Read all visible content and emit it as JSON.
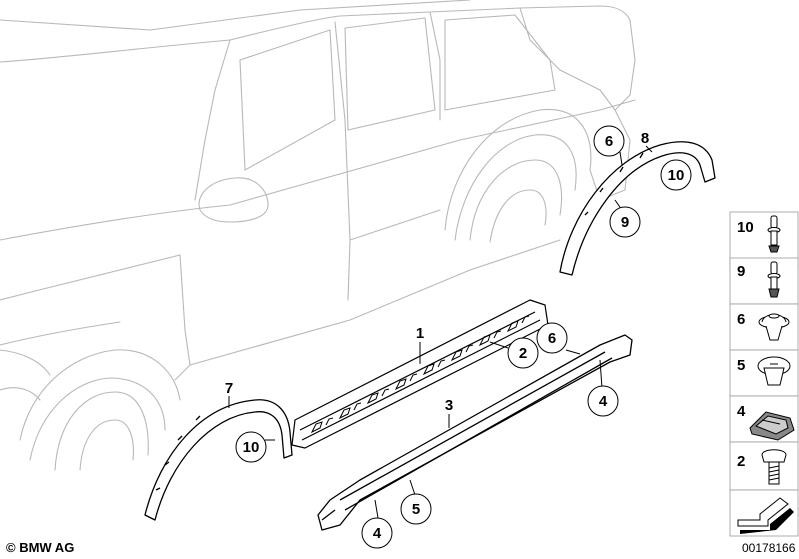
{
  "callouts": {
    "c1": "1",
    "c2": "2",
    "c3": "3",
    "c4a": "4",
    "c4b": "4",
    "c5": "5",
    "c6a": "6",
    "c6b": "6",
    "c7": "7",
    "c8": "8",
    "c9": "9",
    "c10a": "10",
    "c10b": "10"
  },
  "legend": [
    {
      "num": "10",
      "icon": "rivet-long-icon"
    },
    {
      "num": "9",
      "icon": "rivet-icon"
    },
    {
      "num": "6",
      "icon": "expanding-clip-icon"
    },
    {
      "num": "5",
      "icon": "clip-nut-icon"
    },
    {
      "num": "4",
      "icon": "bracket-clip-icon"
    },
    {
      "num": "2",
      "icon": "bolt-icon"
    }
  ],
  "footer": {
    "copyright": "© BMW AG",
    "ref_number": "00178166"
  }
}
